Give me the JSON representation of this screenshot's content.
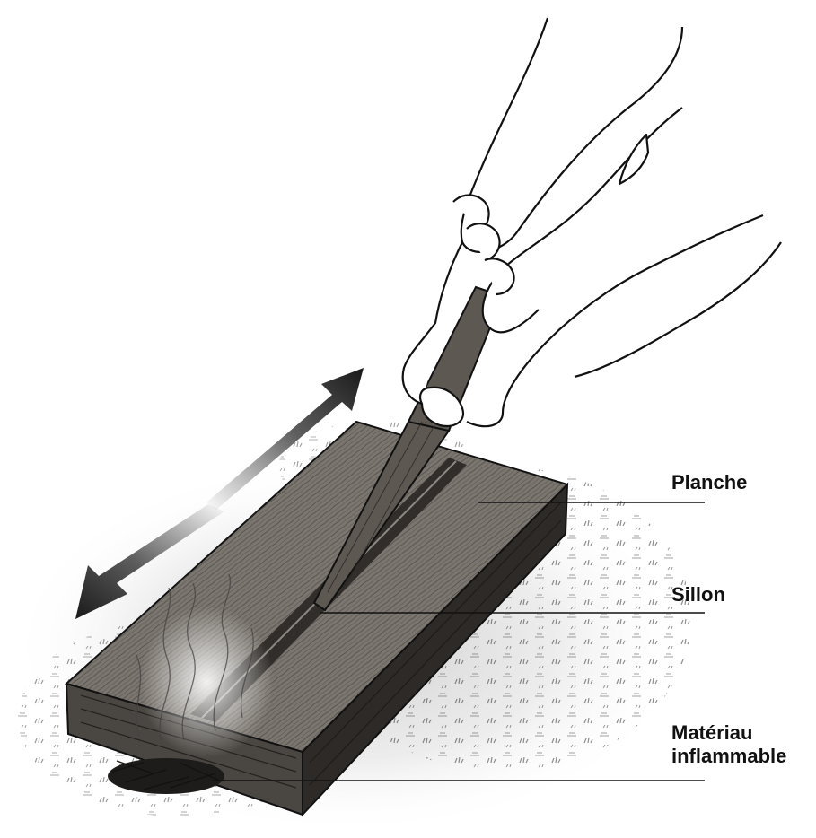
{
  "labels": {
    "board": "Planche",
    "groove": "Sillon",
    "tinder_line1": "Matériau",
    "tinder_line2": "inflammable"
  },
  "colors": {
    "ink": "#111111",
    "wood": "#6f6a63",
    "wood_light": "#8d8880",
    "wood_dark": "#2d2a27",
    "ground_shadow": "#cfcfcf",
    "arrow": "#1a1a1a"
  },
  "icons": {
    "motion_arrow_forward": "arrow-up-right-icon",
    "motion_arrow_back": "arrow-down-left-icon"
  }
}
